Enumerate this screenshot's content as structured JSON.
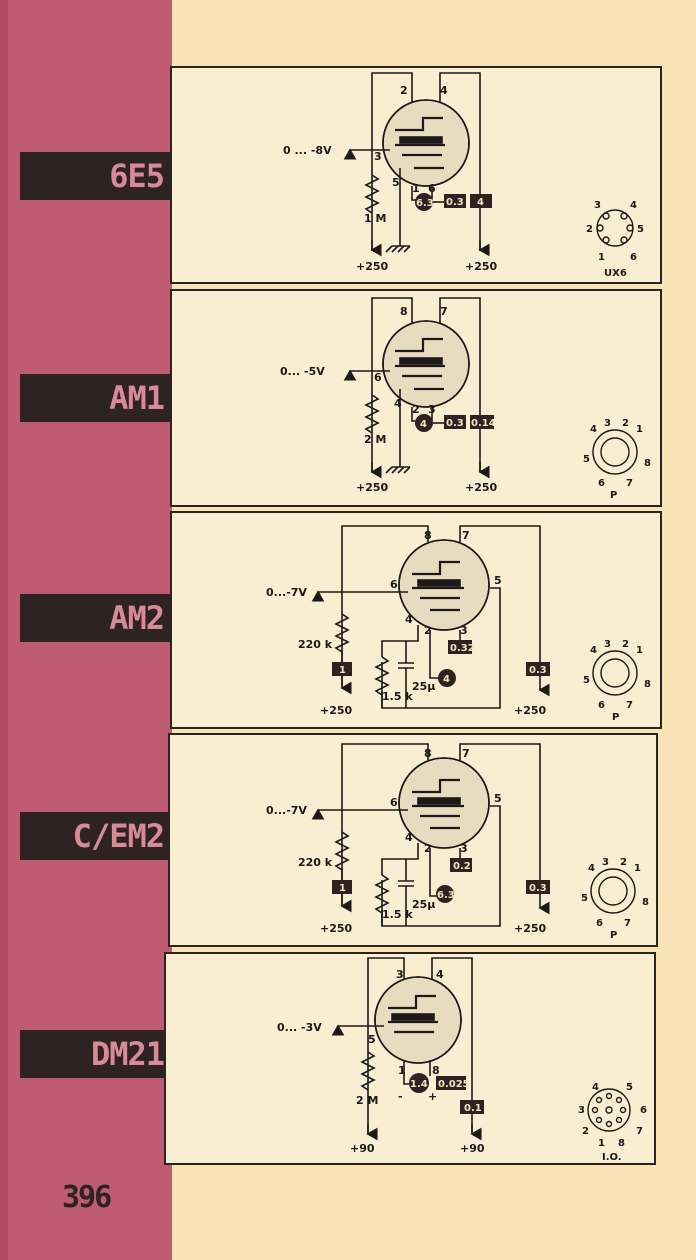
{
  "page_number": "396",
  "colors": {
    "strip": "#c05c72",
    "label_bg": "#2d2322",
    "label_text": "#d98a99",
    "paper": "#f7e3b6",
    "ink": "#1d1918"
  },
  "tubes": [
    {
      "name": "6E5",
      "grid_input": "0 ... -8V",
      "resistor": "1 M",
      "pins": {
        "plate_a": "2",
        "plate_b": "4",
        "grid": "3",
        "cathode": "5",
        "heater_a": "1",
        "heater_b": "6"
      },
      "heater_voltage": "6.3",
      "heater_current": "0.3",
      "target_box": "4",
      "supply_left": "+250",
      "supply_right": "+250",
      "base": {
        "name": "UX6",
        "pins": [
          "1",
          "2",
          "3",
          "4",
          "5",
          "6"
        ]
      }
    },
    {
      "name": "AM1",
      "grid_input": "0... -5V",
      "resistor": "2 M",
      "pins": {
        "plate_a": "8",
        "plate_b": "7",
        "grid": "6",
        "cathode": "4",
        "heater_a": "2",
        "heater_b": "3"
      },
      "heater_voltage": "4",
      "heater_current": "0.3",
      "target_box": "0.14",
      "supply_left": "+250",
      "supply_right": "+250",
      "base": {
        "name": "P",
        "pins": [
          "1",
          "2",
          "3",
          "4",
          "5",
          "6",
          "7",
          "8"
        ]
      }
    },
    {
      "name": "AM2",
      "grid_input": "0...-7V",
      "resistor": "220 k",
      "cathode_resistor": "1.5 k",
      "capacitor": "25µ",
      "pins": {
        "plate_a": "8",
        "plate_b": "7",
        "grid": "6",
        "target": "5",
        "cathode": "4",
        "heater_a": "2",
        "heater_b": "3"
      },
      "heater_voltage": "4",
      "heater_current": "0.32",
      "left_box": "1",
      "target_box": "0.3",
      "supply_left": "+250",
      "supply_right": "+250",
      "base": {
        "name": "P",
        "pins": [
          "1",
          "2",
          "3",
          "4",
          "5",
          "6",
          "7",
          "8"
        ]
      }
    },
    {
      "name": "C/EM2",
      "grid_input": "0...-7V",
      "resistor": "220 k",
      "cathode_resistor": "1.5 k",
      "capacitor": "25µ",
      "pins": {
        "plate_a": "8",
        "plate_b": "7",
        "grid": "6",
        "target": "5",
        "cathode": "4",
        "heater_a": "2",
        "heater_b": "3"
      },
      "heater_voltage": "6.3",
      "heater_current": "0.2",
      "left_box": "1",
      "target_box": "0.3",
      "supply_left": "+250",
      "supply_right": "+250",
      "base": {
        "name": "P",
        "pins": [
          "1",
          "2",
          "3",
          "4",
          "5",
          "6",
          "7",
          "8"
        ]
      }
    },
    {
      "name": "DM21",
      "grid_input": "0... -3V",
      "resistor": "2 M",
      "pins": {
        "plate_a": "3",
        "plate_b": "4",
        "grid": "5",
        "heater_a": "1",
        "heater_b": "8"
      },
      "heater_voltage": "1.4",
      "heater_current": "0.025",
      "heater_minus": "-",
      "heater_plus": "+",
      "target_box": "0.1",
      "supply_left": "+90",
      "supply_right": "+90",
      "base": {
        "name": "I.O.",
        "pins": [
          "1",
          "2",
          "3",
          "4",
          "5",
          "6",
          "7",
          "8"
        ]
      }
    }
  ]
}
